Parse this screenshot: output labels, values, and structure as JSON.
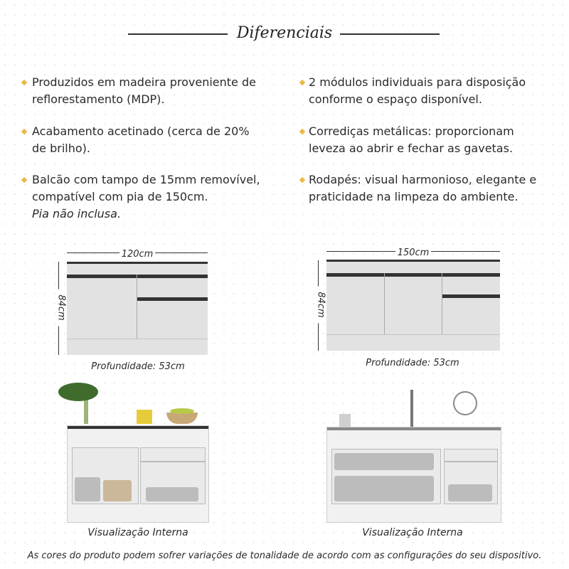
{
  "title": "Diferenciais",
  "features_left": [
    {
      "lines": [
        "Produzidos em madeira proveniente de",
        "reflorestamento (MDP)."
      ]
    },
    {
      "lines": [
        "Acabamento acetinado (cerca de 20%",
        "de brilho)."
      ]
    },
    {
      "lines": [
        "Balcão com tampo de 15mm removível,",
        "compatível com pia de 150cm."
      ],
      "note": "Pia não inclusa."
    }
  ],
  "features_right": [
    {
      "lines": [
        "2 módulos individuais para disposição",
        "conforme o espaço disponível."
      ]
    },
    {
      "lines": [
        "Corrediças metálicas: proporcionam",
        "leveza ao abrir e fechar as gavetas."
      ]
    },
    {
      "lines": [
        "Rodapés: visual harmonioso, elegante e",
        "praticidade na limpeza do ambiente."
      ]
    }
  ],
  "cabinets": [
    {
      "width": "120cm",
      "height": "84cm",
      "depth": "Profundidade: 53cm",
      "interior_caption": "Visualização Interna"
    },
    {
      "width": "150cm",
      "height": "84cm",
      "depth": "Profundidade: 53cm",
      "interior_caption": "Visualização Interna"
    }
  ],
  "footer": "As cores do produto podem sofrer variações de tonalidade de acordo com as configurações do seu dispositivo.",
  "colors": {
    "bullet": "#e9b949",
    "cabinet": "#e2e2e2",
    "handle": "#333333"
  }
}
